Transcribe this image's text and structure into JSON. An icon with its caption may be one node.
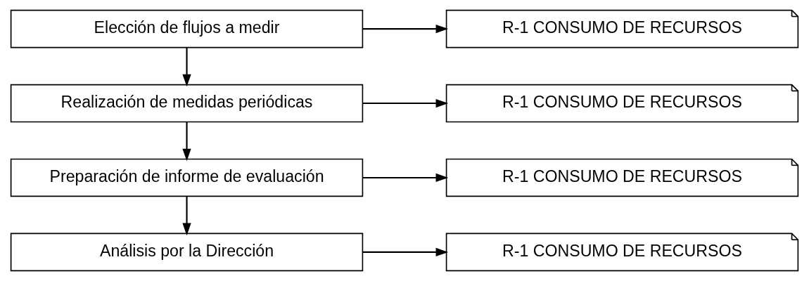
{
  "diagram": {
    "nodes": [
      {
        "text": [
          "Elección de flujos a medir"
        ]
      },
      {
        "text": [
          "R-1 CONSUMO DE RECURSOS"
        ]
      },
      {
        "text": [
          "Realización de medidas periódicas"
        ]
      },
      {
        "text": [
          "R-1 CONSUMO DE RECURSOS"
        ]
      },
      {
        "text": [
          "Preparación de informe de evaluación"
        ]
      },
      {
        "text": [
          "R-1 CONSUMO DE RECURSOS"
        ]
      },
      {
        "text": [
          "Análisis por la Dirección"
        ]
      },
      {
        "text": [
          "R-1 CONSUMO DE RECURSOS"
        ]
      }
    ],
    "edges": [
      {
        "from": 0,
        "to": 1,
        "arrow": "to"
      },
      {
        "from": 0,
        "to": 2,
        "arrow": "to"
      },
      {
        "from": 2,
        "to": 3,
        "arrow": "to"
      },
      {
        "from": 2,
        "to": 4,
        "arrow": "to"
      },
      {
        "from": 4,
        "to": 5,
        "arrow": "to"
      },
      {
        "from": 4,
        "to": 6,
        "arrow": "to"
      },
      {
        "from": 6,
        "to": 7,
        "arrow": "to"
      }
    ]
  }
}
